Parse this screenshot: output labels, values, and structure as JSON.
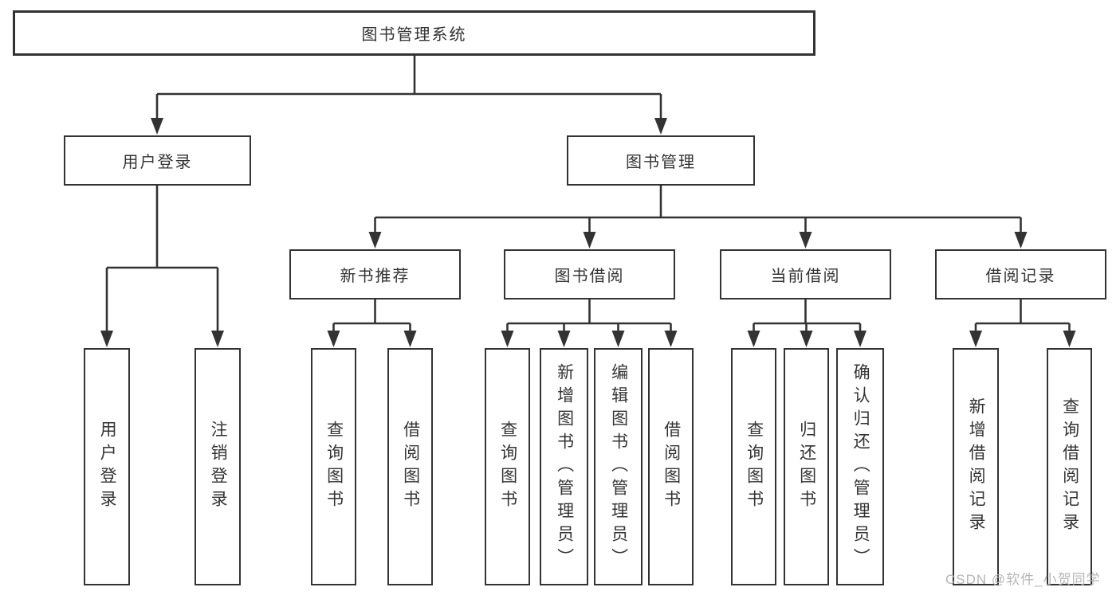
{
  "hierarchy": {
    "root": {
      "label": "图书管理系统"
    },
    "level1": [
      {
        "label": "用户登录",
        "children": [
          {
            "label": "用户登录"
          },
          {
            "label": "注销登录"
          }
        ]
      },
      {
        "label": "图书管理",
        "children": [
          {
            "label": "新书推荐",
            "children": [
              {
                "label": "查询图书"
              },
              {
                "label": "借阅图书"
              }
            ]
          },
          {
            "label": "图书借阅",
            "children": [
              {
                "label": "查询图书"
              },
              {
                "label": "新增图书（管理员）"
              },
              {
                "label": "编辑图书（管理员）"
              },
              {
                "label": "借阅图书"
              }
            ]
          },
          {
            "label": "当前借阅",
            "children": [
              {
                "label": "查询图书"
              },
              {
                "label": "归还图书"
              },
              {
                "label": "确认归还（管理员）"
              }
            ]
          },
          {
            "label": "借阅记录",
            "children": [
              {
                "label": "新增借阅记录"
              },
              {
                "label": "查询借阅记录"
              }
            ]
          }
        ]
      }
    ]
  },
  "watermark": {
    "text": "CSDN @软件_小贺同学"
  },
  "colors": {
    "line": "#333333",
    "box_border": "#333333",
    "text": "#333333",
    "watermark": "#b5b5b5",
    "background": "#ffffff"
  }
}
